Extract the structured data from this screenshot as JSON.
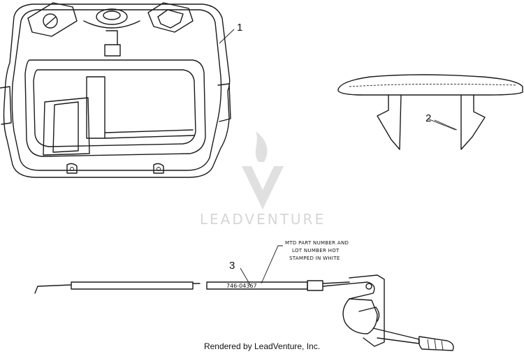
{
  "diagram": {
    "callouts": [
      {
        "label": "1"
      },
      {
        "label": "2"
      },
      {
        "label": "3"
      }
    ],
    "note_lines": [
      "MTD PART NUMBER AND",
      "LOT NUMBER HOT",
      "STAMPED IN WHITE"
    ],
    "part_number": "746-04367",
    "watermark": "LEADVENTURE",
    "footer": "Rendered by LeadVenture, Inc."
  }
}
